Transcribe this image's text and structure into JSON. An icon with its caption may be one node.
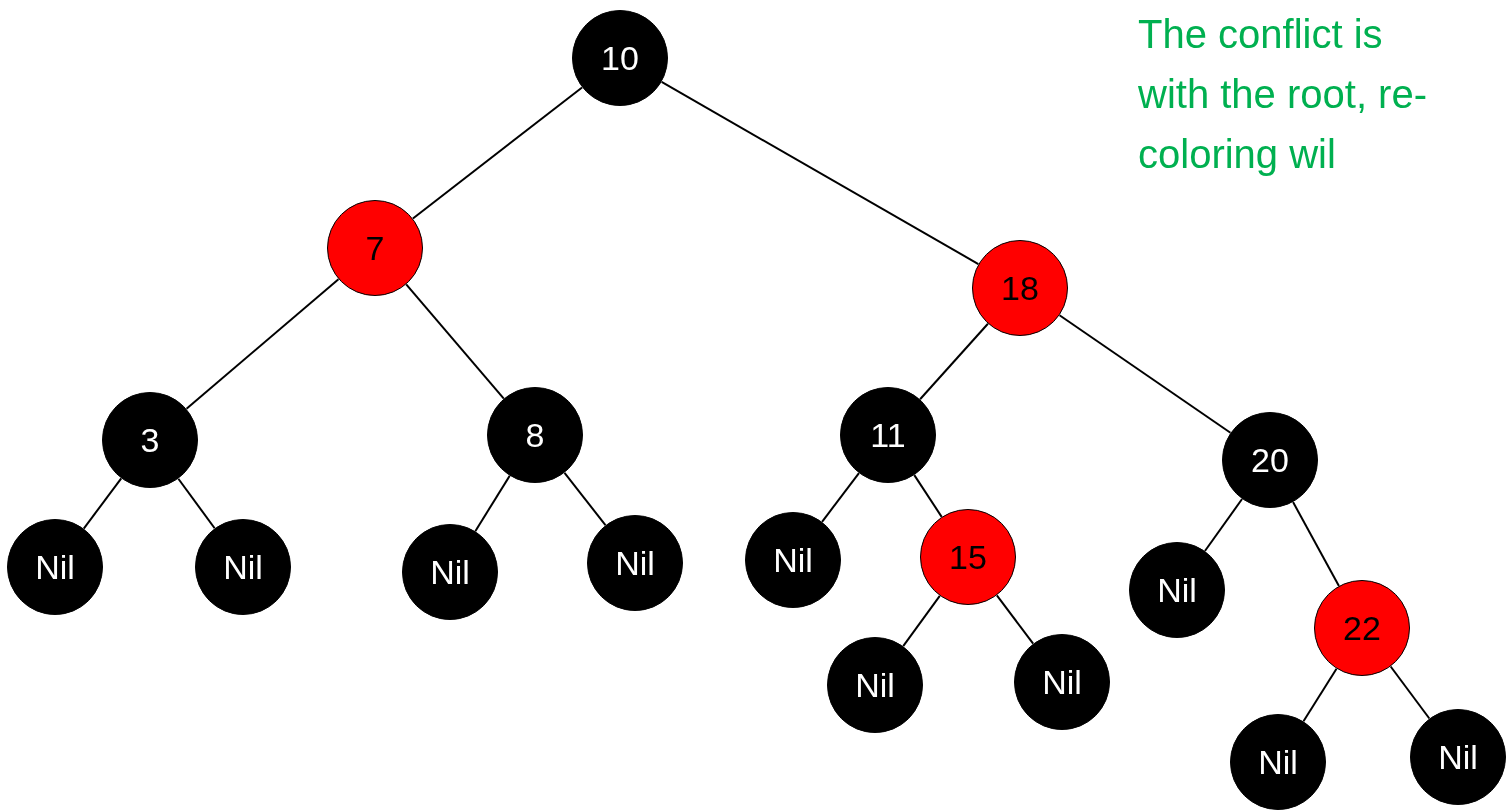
{
  "diagram": {
    "nodes": [
      {
        "text": [
          "10"
        ]
      },
      {
        "text": [
          "7"
        ]
      },
      {
        "text": [
          "18"
        ]
      },
      {
        "text": [
          "3"
        ]
      },
      {
        "text": [
          "8"
        ]
      },
      {
        "text": [
          "11"
        ]
      },
      {
        "text": [
          "20"
        ]
      },
      {
        "text": [
          "Nil"
        ]
      },
      {
        "text": [
          "Nil"
        ]
      },
      {
        "text": [
          "Nil"
        ]
      },
      {
        "text": [
          "Nil"
        ]
      },
      {
        "text": [
          "Nil"
        ]
      },
      {
        "text": [
          "15"
        ]
      },
      {
        "text": [
          "Nil"
        ]
      },
      {
        "text": [
          "22"
        ]
      },
      {
        "text": [
          "Nil"
        ]
      },
      {
        "text": [
          "Nil"
        ]
      },
      {
        "text": [
          "Nil"
        ]
      },
      {
        "text": [
          "Nil"
        ]
      }
    ],
    "edges": [
      {
        "from": 0,
        "to": 1,
        "arrow": "none"
      },
      {
        "from": 0,
        "to": 2,
        "arrow": "none"
      },
      {
        "from": 1,
        "to": 3,
        "arrow": "none"
      },
      {
        "from": 1,
        "to": 4,
        "arrow": "none"
      },
      {
        "from": 3,
        "to": 7,
        "arrow": "none"
      },
      {
        "from": 3,
        "to": 8,
        "arrow": "none"
      },
      {
        "from": 4,
        "to": 9,
        "arrow": "none"
      },
      {
        "from": 4,
        "to": 10,
        "arrow": "none"
      },
      {
        "from": 2,
        "to": 5,
        "arrow": "none"
      },
      {
        "from": 2,
        "to": 6,
        "arrow": "none"
      },
      {
        "from": 5,
        "to": 11,
        "arrow": "none"
      },
      {
        "from": 5,
        "to": 12,
        "arrow": "none"
      },
      {
        "from": 12,
        "to": 15,
        "arrow": "none"
      },
      {
        "from": 12,
        "to": 16,
        "arrow": "none"
      },
      {
        "from": 6,
        "to": 13,
        "arrow": "none"
      },
      {
        "from": 6,
        "to": 14,
        "arrow": "none"
      },
      {
        "from": 14,
        "to": 17,
        "arrow": "none"
      },
      {
        "from": 14,
        "to": 18,
        "arrow": "none"
      }
    ],
    "labels": [
      "The conflict is with the root, re-coloring wil"
    ]
  }
}
